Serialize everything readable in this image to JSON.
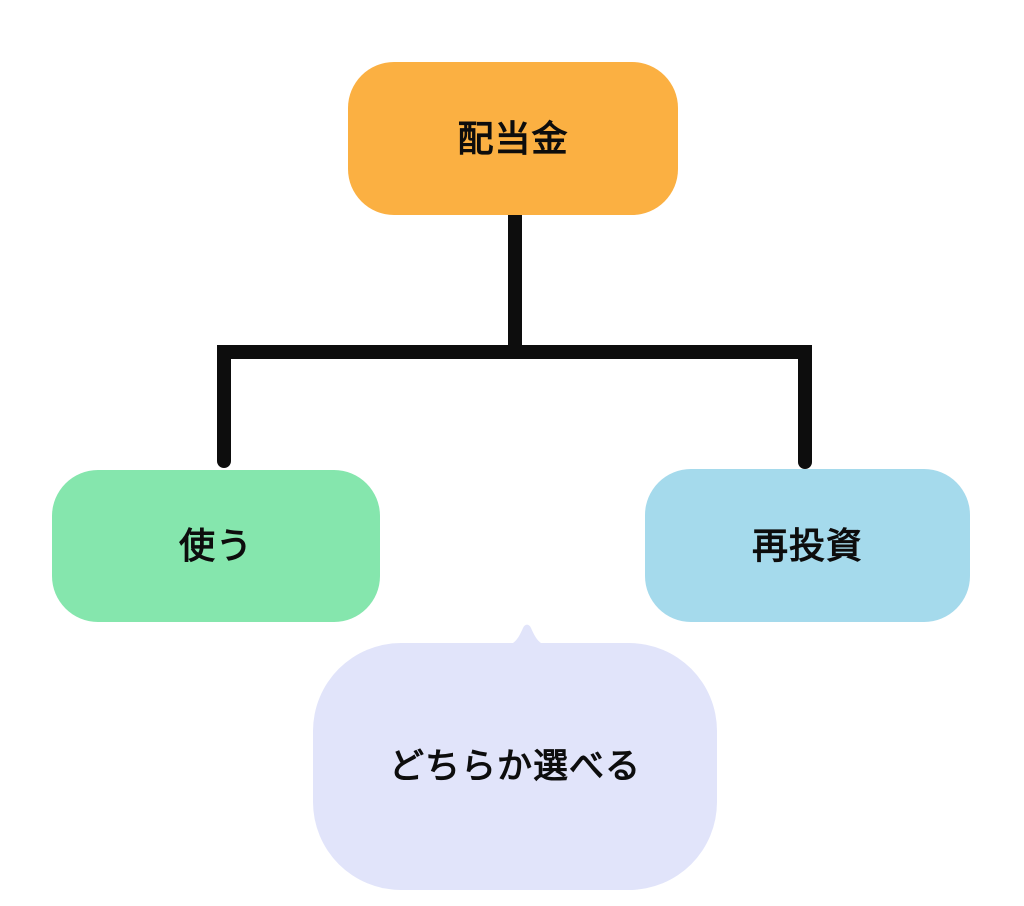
{
  "diagram": {
    "type": "tree",
    "root": {
      "label": "配当金",
      "fill": "#FBB042"
    },
    "children": [
      {
        "label": "使う",
        "fill": "#85E6AD"
      },
      {
        "label": "再投資",
        "fill": "#A5DAEC"
      }
    ],
    "note": {
      "label": "どちらか選べる",
      "fill": "#E1E4FA",
      "shape": "speech-bubble"
    },
    "connector_color": "#0d0d0d",
    "text_color": "#0d0d0d",
    "background_color": "#ffffff"
  }
}
